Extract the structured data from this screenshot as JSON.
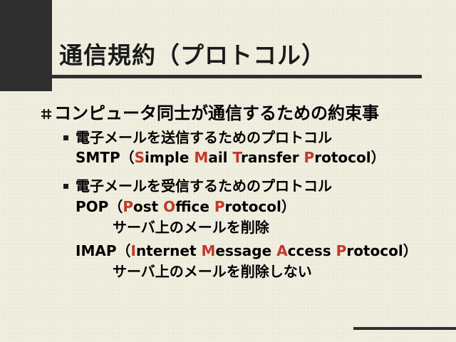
{
  "slide": {
    "title": "通信規約（プロトコル）",
    "main_bullet": "コンピュータ同士が通信するための約束事",
    "item1": {
      "text": "電子メールを送信するためのプロトコル",
      "protocol": {
        "abbr": "SMTP",
        "open": "（",
        "close": "）",
        "words": [
          {
            "initial": "S",
            "rest": "imple "
          },
          {
            "initial": "M",
            "rest": "ail "
          },
          {
            "initial": "T",
            "rest": "ransfer "
          },
          {
            "initial": "P",
            "rest": "rotocol"
          }
        ]
      }
    },
    "item2": {
      "text": "電子メールを受信するためのプロトコル",
      "pop": {
        "abbr": "POP",
        "open": "（",
        "close": "）",
        "words": [
          {
            "initial": "P",
            "rest": "ost "
          },
          {
            "initial": "O",
            "rest": "ffice "
          },
          {
            "initial": "P",
            "rest": "rotocol"
          }
        ],
        "note": "サーバ上のメールを削除"
      },
      "imap": {
        "abbr": "IMAP",
        "open": "（",
        "close": "）",
        "words": [
          {
            "initial": "I",
            "rest": "nternet "
          },
          {
            "initial": "M",
            "rest": "essage "
          },
          {
            "initial": "A",
            "rest": "ccess "
          },
          {
            "initial": "P",
            "rest": "rotocol"
          }
        ],
        "note": "サーバ上のメールを削除しない"
      }
    },
    "colors": {
      "background": "#f0eedf",
      "dark_bar": "#2f2f2f",
      "highlight": "#c0392b",
      "text": "#000000"
    },
    "icons": {
      "main_bullet": "pound-bullet-icon",
      "sub_bullet": "square-bullet-icon"
    }
  }
}
